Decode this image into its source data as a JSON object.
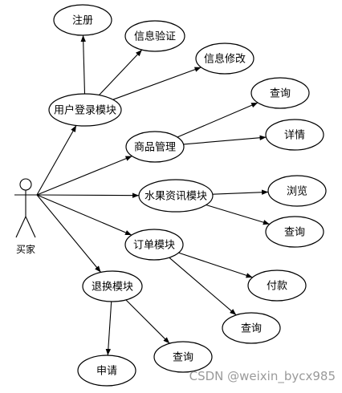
{
  "diagram": {
    "actor": {
      "id": "buyer",
      "label": "买家"
    },
    "nodes": [
      {
        "id": "login",
        "label": "用户登录模块"
      },
      {
        "id": "register",
        "label": "注册"
      },
      {
        "id": "verify",
        "label": "信息验证"
      },
      {
        "id": "modify",
        "label": "信息修改"
      },
      {
        "id": "goods",
        "label": "商品管理"
      },
      {
        "id": "goods_query",
        "label": "查询"
      },
      {
        "id": "goods_detail",
        "label": "详情"
      },
      {
        "id": "fruit_info",
        "label": "水果资讯模块"
      },
      {
        "id": "fruit_browse",
        "label": "浏览"
      },
      {
        "id": "fruit_query",
        "label": "查询"
      },
      {
        "id": "order",
        "label": "订单模块"
      },
      {
        "id": "order_pay",
        "label": "付款"
      },
      {
        "id": "order_query",
        "label": "查询"
      },
      {
        "id": "refund",
        "label": "退换模块"
      },
      {
        "id": "refund_apply",
        "label": "申请"
      },
      {
        "id": "refund_query",
        "label": "查询"
      }
    ],
    "edges": [
      {
        "from": "buyer",
        "to": "login"
      },
      {
        "from": "buyer",
        "to": "goods"
      },
      {
        "from": "buyer",
        "to": "fruit_info"
      },
      {
        "from": "buyer",
        "to": "order"
      },
      {
        "from": "buyer",
        "to": "refund"
      },
      {
        "from": "login",
        "to": "register"
      },
      {
        "from": "login",
        "to": "verify"
      },
      {
        "from": "login",
        "to": "modify"
      },
      {
        "from": "goods",
        "to": "goods_query"
      },
      {
        "from": "goods",
        "to": "goods_detail"
      },
      {
        "from": "fruit_info",
        "to": "fruit_browse"
      },
      {
        "from": "fruit_info",
        "to": "fruit_query"
      },
      {
        "from": "order",
        "to": "order_pay"
      },
      {
        "from": "order",
        "to": "order_query"
      },
      {
        "from": "refund",
        "to": "refund_apply"
      },
      {
        "from": "refund",
        "to": "refund_query"
      }
    ]
  },
  "watermark": "CSDN @weixin_bycx985"
}
